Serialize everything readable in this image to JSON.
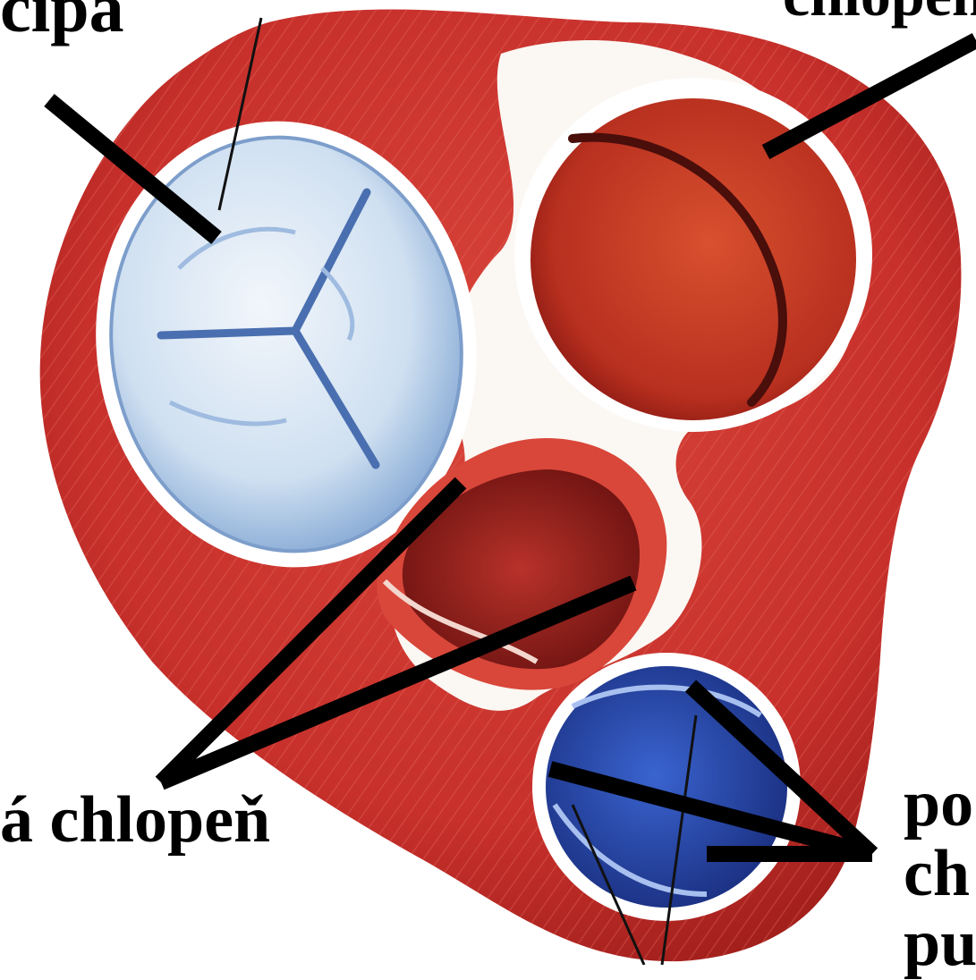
{
  "labels": {
    "top_left": "cípa",
    "top_right": "chlopeň",
    "bottom_left": "á chlopeň",
    "bottom_right_line1": "po",
    "bottom_right_line2": "ch",
    "bottom_right_line3": "pu"
  },
  "colors": {
    "muscle": "#c8322d",
    "muscle_dark": "#a3201c",
    "fibrous": "#fbf7f3",
    "tricuspid": "#d8e6f4",
    "aortic": "#c23a25",
    "mitral": "#8f1c19",
    "pulmonary": "#2c4fb0",
    "pointer": "#000000"
  }
}
